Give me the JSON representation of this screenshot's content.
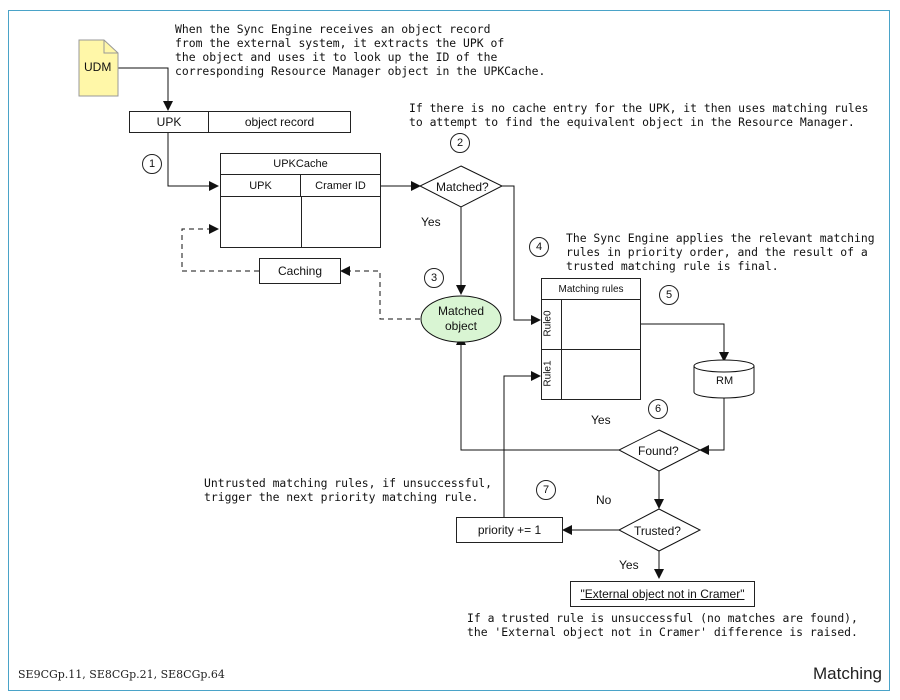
{
  "notes": {
    "intro": "When the Sync Engine receives an object record\nfrom the external system, it extracts the UPK of\nthe object and uses it to look up the ID of the\ncorresponding Resource Manager object in the UPKCache.",
    "no_cache": "If there is no cache entry for the UPK, it then uses matching rules\nto attempt to find the equivalent object in the Resource Manager.",
    "priority": "The Sync Engine applies the relevant matching\nrules in priority order, and the result of a\ntrusted matching rule is final.",
    "untrusted": "Untrusted matching rules, if unsuccessful,\ntrigger the next priority matching rule.",
    "trusted_fail": "If a trusted rule is unsuccessful (no matches are found),\nthe 'External object not in Cramer' difference is raised."
  },
  "nodes": {
    "udm": "UDM",
    "upk": "UPK",
    "object_record": "object record",
    "upkcache_title": "UPKCache",
    "upkcache_col1": "UPK",
    "upkcache_col2": "Cramer ID",
    "matched_decision": "Matched?",
    "caching": "Caching",
    "matched_object": "Matched\nobject",
    "matching_rules_title": "Matching rules",
    "rule0": "Rule0",
    "rule1": "Rule1",
    "rm": "RM",
    "found_decision": "Found?",
    "trusted_decision": "Trusted?",
    "priority_box": "priority += 1",
    "not_in_cramer": "\"External object not in Cramer\""
  },
  "edge_labels": {
    "yes1": "Yes",
    "yes2": "Yes",
    "no": "No",
    "yes3": "Yes"
  },
  "steps": [
    "1",
    "2",
    "3",
    "4",
    "5",
    "6",
    "7"
  ],
  "colors": {
    "frame": "#4aa3c8",
    "udm_fill": "#fff7a8",
    "matched_fill": "#d9f5d3"
  },
  "footer": {
    "refs": "SE9CGp.11, SE8CGp.21, SE8CGp.64",
    "title": "Matching"
  }
}
